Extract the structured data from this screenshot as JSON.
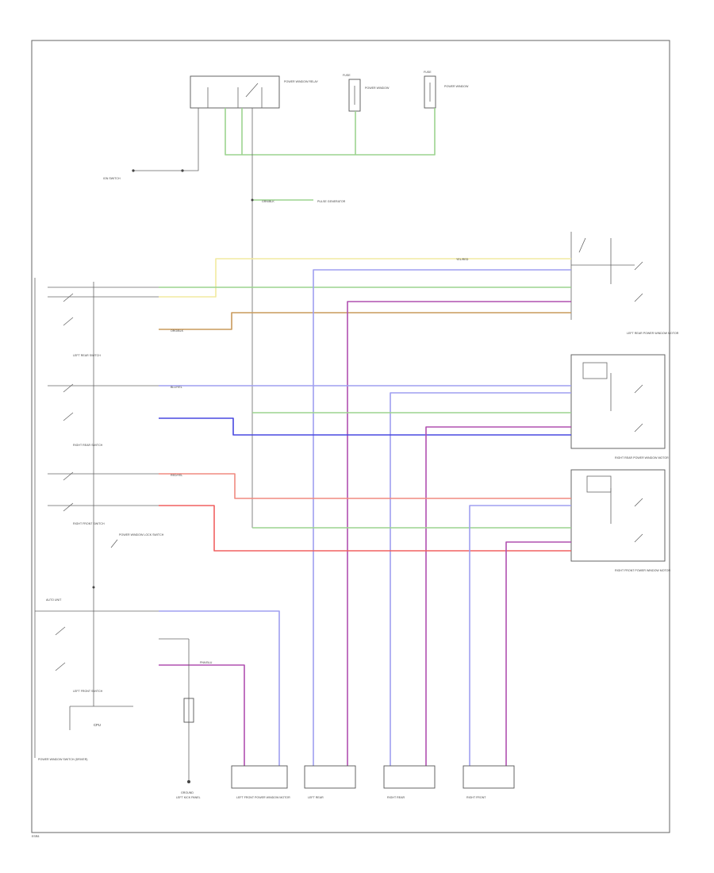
{
  "colors": {
    "ground_black": "#666666",
    "green": "#9cd38f",
    "yellow": "#f2eaa0",
    "orange": "#c99a5c",
    "light_blue": "#9f9ff0",
    "blue": "#4848e0",
    "violet": "#b050b0",
    "red": "#f06060",
    "light_red": "#f08a80",
    "teal": "#5fa9a9"
  },
  "labels": {
    "pwr_relay": "POWER WINDOW RELAY",
    "fuse1": "FUSE",
    "fuse2": "FUSE",
    "fuse1_text": "POWER WINDOW",
    "fuse2_text": "POWER WINDOW",
    "ign_switch": "IGN SWITCH",
    "left_rear_motor": "LEFT REAR POWER WINDOW MOTOR",
    "right_rear_motor": "RIGHT REAR POWER WINDOW MOTOR",
    "right_front_motor": "RIGHT FRONT POWER WINDOW MOTOR",
    "master_switch": "POWER WINDOW SWITCH",
    "left_rear_switch": "LEFT REAR SWITCH",
    "right_rear_switch": "RIGHT REAR SWITCH",
    "right_front_switch": "RIGHT FRONT SWITCH",
    "auto_unit": "AUTO UNIT",
    "left_front_switch": "LEFT FRONT SWITCH",
    "lock_switch": "POWER WINDOW LOCK SWITCH",
    "pulse_generator": "PULSE GENERATOR",
    "ground": "GROUND",
    "ground_text": "LEFT KICK PANEL",
    "cpu": "CPU",
    "switch_sub": "POWER WINDOW SWITCH (DRIVER)",
    "lf_motor": "LEFT FRONT POWER WINDOW MOTOR",
    "lr_sub": "LEFT REAR",
    "rr_sub": "RIGHT REAR",
    "rf_sub": "RIGHT FRONT",
    "wire_grn": "GRN/BLK",
    "wire_yel": "YEL/RED",
    "wire_org": "ORG/BLK",
    "wire_blu": "BLU/YEL",
    "wire_red": "RED/YEL",
    "wire_pnk": "PNK/BLU",
    "page_id": "ESR8"
  }
}
